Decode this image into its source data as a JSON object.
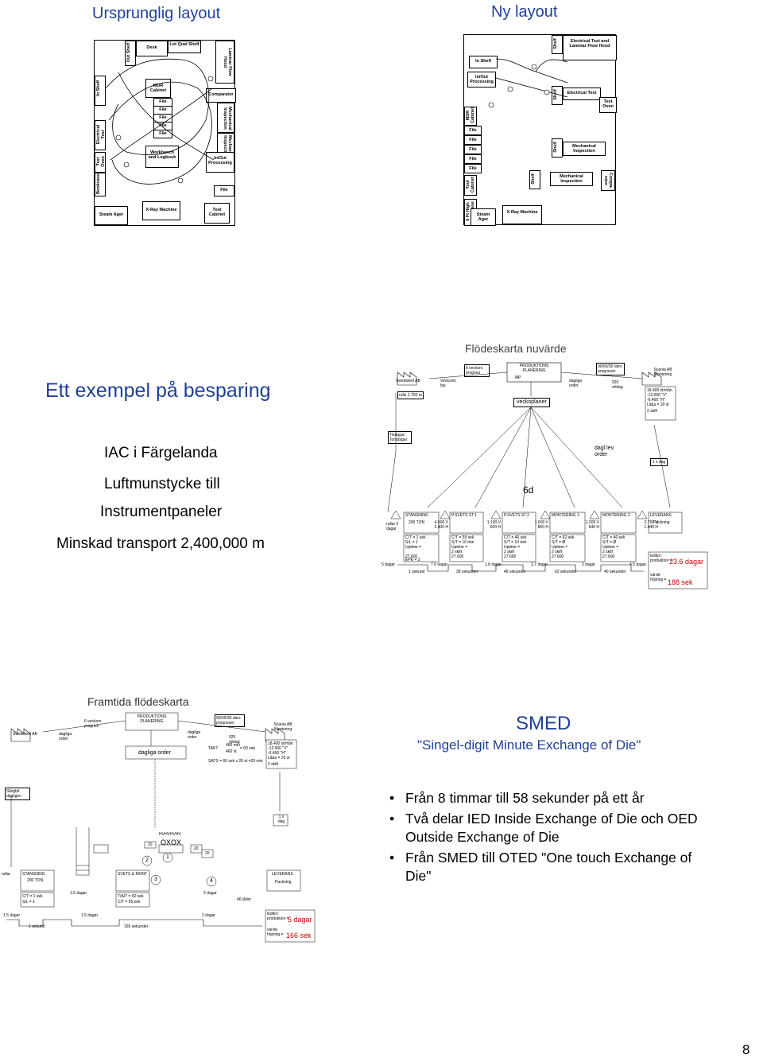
{
  "slide1": {
    "left_title": "Ursprunglig layout",
    "right_title": "Ny layout",
    "old_layout": {
      "out_shelf": "Out Shelf",
      "desk": "Desk",
      "lot_qual_shelf": "Lot Qual Shelf",
      "laminar_flow_hood": "Laminar Flow Hood",
      "in_shelf": "In Shelf",
      "mdr_cabinet": "MDR Cabinet",
      "comparator": "Comparator",
      "mechanical_inspection": "Mechanical Inspection",
      "electrical_test": "Electrical Test",
      "mechanical_inspection_2": "Mechanical Inspection",
      "file_1": "File",
      "file_2": "File",
      "file_3": "File",
      "file_4": "File",
      "file_5": "File",
      "test_oven": "Test Oven",
      "workbench": "Workbench and Logbook",
      "inout_processing": "In/Out Processing",
      "bookcase": "Bookcase",
      "file_6": "File",
      "steam_ager": "Steam Ager",
      "xray_machine": "X-Ray Machine",
      "tool_cabinet": "Tool Cabinet"
    },
    "new_layout": {
      "shelf_1": "Shelf",
      "electrical_test_laminar": "Electrical Test and Laminar Flow Hood",
      "in_shelf": "In Shelf",
      "inout_processing": "In/Out Processing",
      "shelf_2": "Shelf",
      "electrical_test": "Electrical Test",
      "test_oven": "Test Oven",
      "mdr_cabinet": "MDR Cabinet",
      "file_1": "File",
      "file_2": "File",
      "file_3": "File",
      "file_4": "File",
      "file_5": "File",
      "shelf_3": "Shelf",
      "mechanical_inspection": "Mechanical Inspection",
      "tool_cabinet": "Tool Cabinet",
      "shelf_4": "Shelf",
      "mechanical_inspection_2": "Mechanical Inspection",
      "comparator": "Compa-rator",
      "bookcase": "6 Ft High Bookcase",
      "steam_ager": "Steam Ager",
      "xray_machine": "X-Ray Machine"
    }
  },
  "slide2": {
    "title": "Ett exempel på besparing",
    "subtitle": "IAC i Färgelanda",
    "line1": "Luftmunstycke till",
    "line2": "Instrumentpaneler",
    "line3": "Minskad transport 2,400,000 m",
    "vsm_title": "Flödeskarta nuvärde",
    "vsm": {
      "supplier": "Swedsteel AB",
      "supplier_note": "rulle 1.700 m",
      "weekly_forecast": "6 veckors prognos",
      "weekly_fax": "Veckovis fax",
      "planning": "PRODUKTIONS PLANERING",
      "mrp": "MP",
      "weekly_plans": "veckoplaner",
      "daily_order": "dagliga order",
      "customer_forecast": "90/60/30 dars prognoser",
      "customer_rate": "920 st/dag",
      "customer": "Scania AB Montering",
      "customer_info": [
        "18.400 st/mån",
        "-12.000 \"V\"",
        "-6.400 \"H\"",
        "Låda = 20 st",
        "2 skift"
      ],
      "truck_in": "Tisdagar Torsdagar",
      "truck_out": "dagl lev. order",
      "ship_freq": "1 x dag",
      "go_see": "6d",
      "inv_start": "rullar 5 dagar",
      "processes": [
        {
          "name": "STANSNING",
          "extra": "200 TON",
          "inv": "",
          "ct": "C/T = 1 sek",
          "co": "S/L = 1",
          "up": "Uptime =",
          "shift": "",
          "avail": "27.600",
          "ep": "EPE = 2"
        },
        {
          "name": "P.SVETS ST.1",
          "extra": "",
          "inv": "4.600 V 2.400 H",
          "ct": "C/T = 39 sek",
          "co": "S/T = 10 min",
          "up": "Uptime =",
          "shift": "2 skift",
          "avail": "27.600",
          "ep": ""
        },
        {
          "name": "P.SVETS ST.2",
          "extra": "",
          "inv": "1.100 V 600 H",
          "ct": "C/T = 46 sek",
          "co": "S/T = 10 min",
          "up": "Uptime =",
          "shift": "2 skift",
          "avail": "27.600",
          "ep": ""
        },
        {
          "name": "MONTERING 1",
          "extra": "",
          "inv": "1.600 V 850 H",
          "ct": "C/T = 62 sek",
          "co": "S/T = Ø",
          "up": "Uptime =",
          "shift": "2 skift",
          "avail": "27.600",
          "ep": ""
        },
        {
          "name": "MONTERING 2",
          "extra": "",
          "inv": "1.200 V 640 H",
          "ct": "C/T = 40 sek",
          "co": "S/T = Ø",
          "up": "Uptime =",
          "shift": "2 skift",
          "avail": "27.600",
          "ep": ""
        },
        {
          "name": "LEVERANS",
          "extra": "Packning",
          "inv": "2.700 V 1.440 H",
          "ct": "",
          "co": "",
          "up": "",
          "shift": "",
          "avail": "",
          "ep": ""
        }
      ],
      "timeline_days": [
        "5 dagar",
        "7.6 dagar",
        "1.8 dagar",
        "2.7 dagar",
        "2 dagar",
        "4.5 dagar"
      ],
      "timeline_secs": [
        "1 sekund",
        "39 sekunder",
        "46 sekunder",
        "62 sekunder",
        "40 sekunder"
      ],
      "lead_label": "ledtid i produktion =",
      "lead_value": "23.6 dagar",
      "va_label": "värde- höjning =",
      "va_value": "188 sek"
    }
  },
  "slide3": {
    "vsm_title": "Framtida flödeskarta",
    "vsm": {
      "supplier": "Swedsteel AB",
      "daily_order_1": "dagliga order",
      "weekly_forecast": "6 veckors prognos",
      "planning": "PRODUKTIONS PLANERING",
      "daily_order_2": "dagliga order",
      "daily_orders": "dagliga order",
      "customer_forecast": "90/60/30 dars prognoser",
      "customer_rate": "920 st/dag",
      "takt_line": "TAKT = 460 min / 460 st = 60 sek",
      "takt_label": "TAKT",
      "takt_num": "460 min",
      "takt_den": "460 st",
      "takt_result": "= 60 sek",
      "sats": "SATS = 60 sek x 20 st =20 min",
      "customer": "Scania AB Montering",
      "customer_info": [
        "18.400 st/mån",
        "-12.000 \"V\"",
        "-6.400 \"H\"",
        "Låda = 20 st",
        "2 skift"
      ],
      "truck_in": "Slingbil dagligen",
      "ship_freq": "1 x dag",
      "heijunka": "HVHVHVHV",
      "oxox": "OXOX",
      "num_20a": "20",
      "num_20b": "20",
      "num_20c": "20",
      "kaizen_1": "1",
      "kaizen_2": "2",
      "kaizen_3": "3",
      "kaizen_4": "4",
      "inv_start": "rullar",
      "p1_name": "STANSNING",
      "p1_extra": "200 TON",
      "p1_ct": "C/T = 1 sek",
      "p1_co": "S/L = 1",
      "p2_name": "SVETS & MONT",
      "p2_ct": "T/A/T = 60 sek",
      "p2_co": "C/T = 55 sek",
      "p3_name": "LEVERANS",
      "p3_extra": "Packning",
      "days_a": "1.5 dagar",
      "days_b": "1.5 dagar",
      "days_c": "2 dagar",
      "boxes": "46 lådor",
      "timeline_days": [
        "1.5 dagar",
        "1.5 dagar",
        "2 dagar"
      ],
      "timeline_secs": [
        "1 sekund",
        "165 sekunder"
      ],
      "lead_label": "ledtid i produktion =",
      "lead_value": "5 dagar",
      "va_label": "värde- höjning =",
      "va_value": "166 sek"
    }
  },
  "slide4": {
    "title": "SMED",
    "subtitle": "\"Singel-digit Minute Exchange of Die\"",
    "bullets": [
      "Från 8 timmar till 58 sekunder på ett år",
      "Två delar IED Inside Exchange of Die och OED Outside Exchange of Die",
      "Från SMED till OTED \"One touch Exchange of Die\""
    ]
  },
  "page_number": "8"
}
